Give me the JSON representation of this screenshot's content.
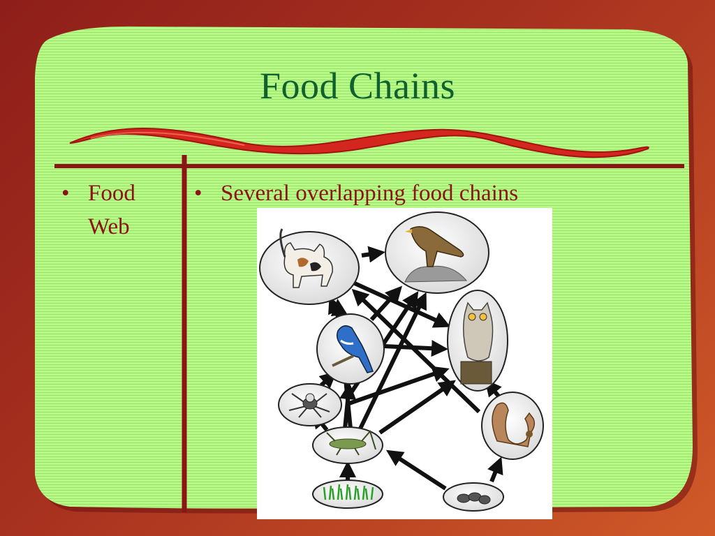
{
  "slide": {
    "title": "Food Chains",
    "left_bullet": "Food Web",
    "right_bullet": "Several overlapping food chains",
    "bullet_glyph": "•"
  },
  "figure": {
    "organisms": [
      "cat",
      "hawk",
      "blue jay",
      "owl",
      "spider",
      "squirrel",
      "grasshopper",
      "grass",
      "seeds"
    ]
  },
  "colors": {
    "title": "#106030",
    "bullet_text": "#8b1414",
    "panel_green": "#b9fb86",
    "frame_red": "#8b1414",
    "swoosh_red": "#d4261f"
  }
}
